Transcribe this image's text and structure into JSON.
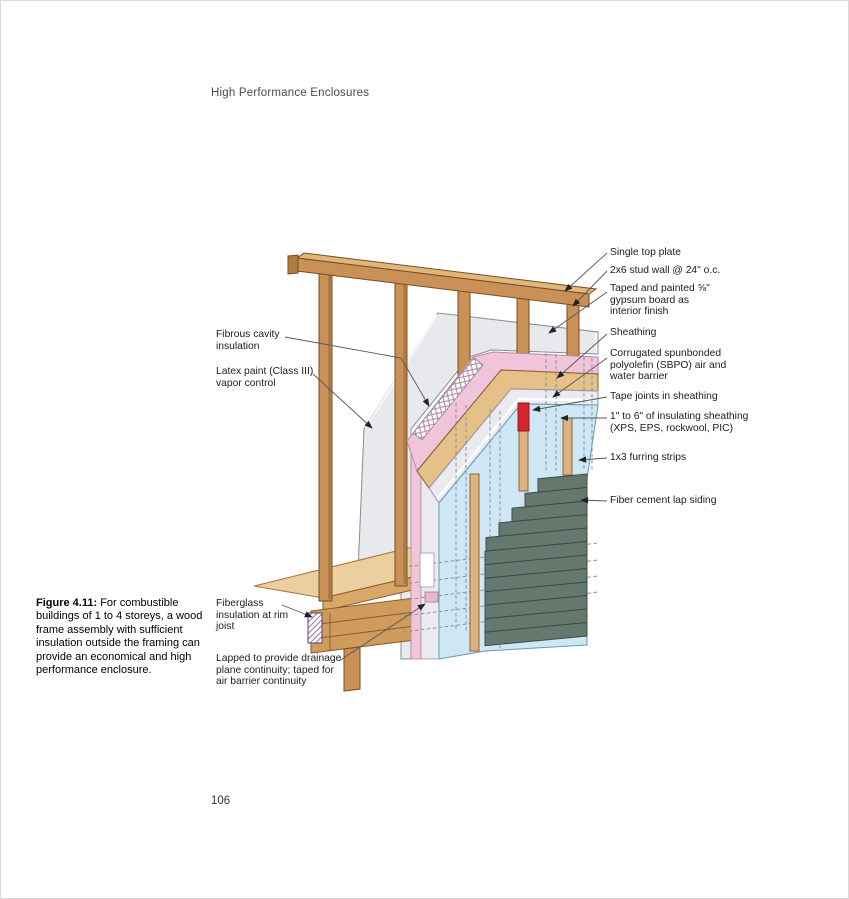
{
  "page": {
    "header": "High Performance Enclosures",
    "page_number": "106"
  },
  "caption": {
    "lead": "Figure 4.11:",
    "body": " For combustible buildings of 1 to 4 storeys, a wood frame assembly with sufficient insulation outside the framing can provide an economical and high performance enclosure."
  },
  "labels": {
    "right": [
      "Single top plate",
      "2x6 stud wall @ 24\" o.c.",
      "Taped and painted ⅝\" gypsum board as interior finish",
      "Sheathing",
      "Corrugated spunbonded polyolefin (SBPO) air and water barrier",
      "Tape joints in sheathing",
      "1\" to 6\" of insulating sheathing (XPS, EPS, rockwool, PIC)",
      "1x3 furring strips",
      "Fiber cement lap siding"
    ],
    "left": [
      "Fibrous cavity insulation",
      "Latex paint (Class III) vapor control",
      "Fiberglass insulation at rim joist",
      "Lapped to provide drainage plane continuity; taped for air barrier continuity"
    ]
  },
  "diagram": {
    "figure_type": "isometric wall assembly cutaway",
    "layers_inside_to_outside": [
      "latex painted gypsum board",
      "fibrous cavity insulation in 2x6 stud wall",
      "sheathing with taped joints",
      "SBPO air and water barrier",
      "insulating sheathing (foam)",
      "1x3 furring strips",
      "fiber cement lap siding"
    ]
  },
  "colors": {
    "wood": "#c99057",
    "wood_light": "#e0b67d",
    "wood_dark": "#9a6a33",
    "floor": "#eccfa0",
    "gypsum": "#e8e9ed",
    "pink_insulation": "#f0c5da",
    "sheathing_tan": "#e5c089",
    "sbpo_grey": "#eaeaf0",
    "foam_blue": "#cde8f4",
    "furring": "#dcb383",
    "tape_red": "#d6242b",
    "siding_green": "#64786e",
    "fiberglass_purple": "#8f5da0",
    "leader": "#55565a"
  }
}
